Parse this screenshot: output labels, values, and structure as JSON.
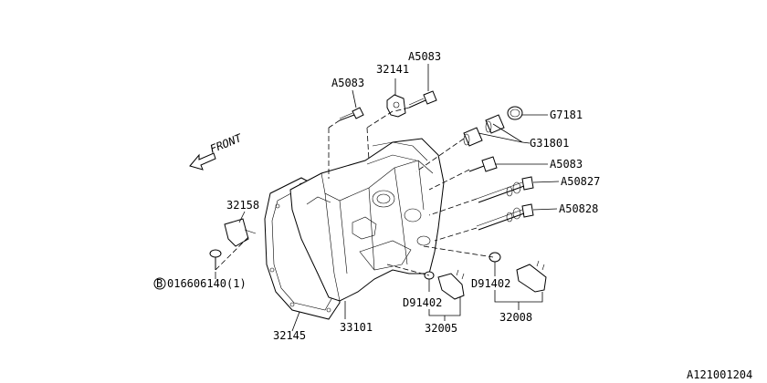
{
  "diagram": {
    "front_label": "FRONT",
    "figure_code": "A121001204",
    "bolt_prefix": "B",
    "parts": {
      "p32141": "32141",
      "a5083_top_left": "A5083",
      "a5083_top_right": "A5083",
      "g7181": "G7181",
      "g31801": "G31801",
      "a5083_right": "A5083",
      "a50827": "A50827",
      "a50828": "A50828",
      "p32158": "32158",
      "bolt_part": "016606140(1)",
      "d91402_left": "D91402",
      "d91402_right": "D91402",
      "p32005": "32005",
      "p32008": "32008",
      "p32145": "32145",
      "p33101": "33101"
    }
  }
}
